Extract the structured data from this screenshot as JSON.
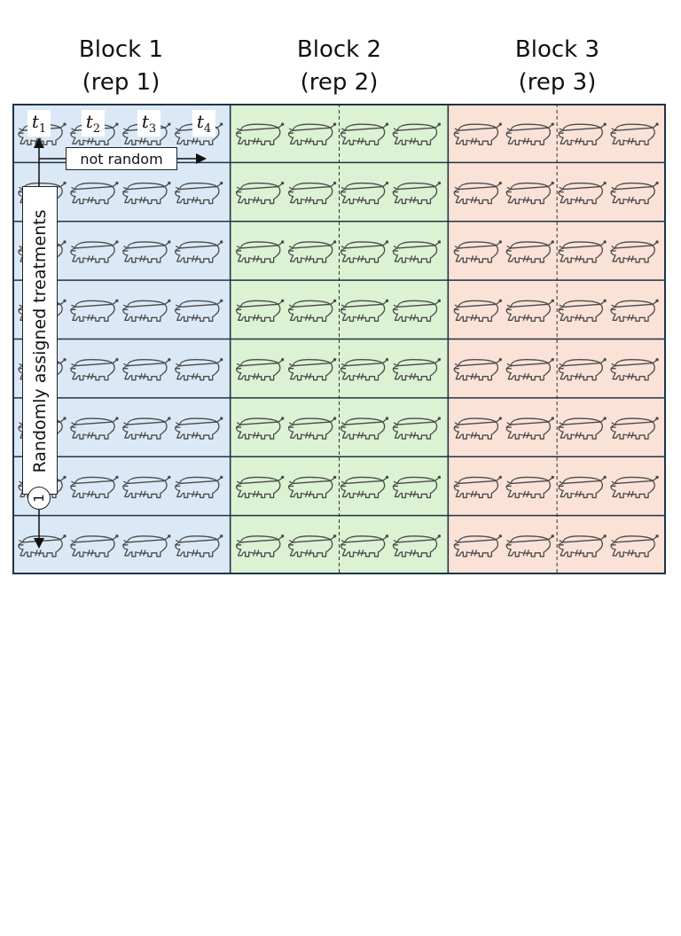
{
  "blocks": [
    {
      "title": "Block 1",
      "subtitle": "(rep 1)",
      "color": "#dbe9f6",
      "split": false
    },
    {
      "title": "Block 2",
      "subtitle": "(rep 2)",
      "color": "#dbf2d3",
      "split": true
    },
    {
      "title": "Block 3",
      "subtitle": "(rep 3)",
      "color": "#fae2d7",
      "split": true
    }
  ],
  "grid": {
    "rows": 8,
    "pigs_per_row": 4,
    "border_color": "#1f3446"
  },
  "treatments": [
    {
      "symbol": "t",
      "index": "1"
    },
    {
      "symbol": "t",
      "index": "2"
    },
    {
      "symbol": "t",
      "index": "3"
    },
    {
      "symbol": "t",
      "index": "4"
    }
  ],
  "annotations": {
    "not_random": "not random",
    "randomly_assigned": "Randomly assigned treatments",
    "step_number": "1"
  },
  "icons": {
    "animal": "pig-icon"
  }
}
